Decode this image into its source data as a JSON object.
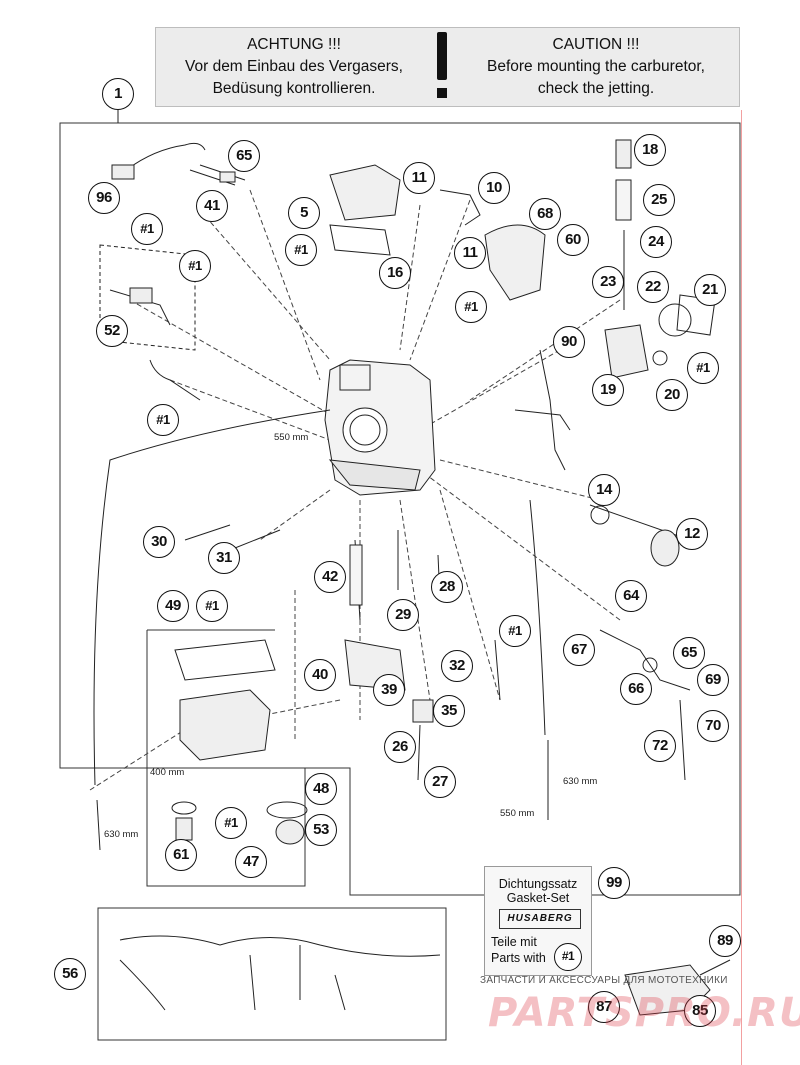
{
  "warning": {
    "german": {
      "title": "ACHTUNG !!!",
      "line1": "Vor dem Einbau des Vergasers,",
      "line2": "Bedüsung kontrollieren."
    },
    "english": {
      "title": "CAUTION !!!",
      "line1": "Before mounting the carburetor,",
      "line2": "check the jetting."
    }
  },
  "callouts": {
    "c1": "1",
    "c96": "96",
    "c41": "41",
    "c65": "65",
    "c5": "5",
    "c11a": "11",
    "c10": "10",
    "c18": "18",
    "c25": "25",
    "c24": "24",
    "c68": "68",
    "c11b": "11",
    "c60": "60",
    "c1a": "#1",
    "c1b": "#1",
    "c1c": "#1",
    "c16": "16",
    "c23": "23",
    "c22": "22",
    "c21": "21",
    "c52": "52",
    "c1d": "#1",
    "c90": "90",
    "c1e": "#1",
    "c19": "19",
    "c20": "20",
    "c1f": "#1",
    "c14": "14",
    "c12": "12",
    "c30": "30",
    "c31": "31",
    "c42": "42",
    "c28": "28",
    "c29": "29",
    "c49": "49",
    "c1g": "#1",
    "c1h": "#1",
    "c64": "64",
    "c67": "67",
    "c65b": "65",
    "c69": "69",
    "c66": "66",
    "c70": "70",
    "c40": "40",
    "c39": "39",
    "c32": "32",
    "c35": "35",
    "c72": "72",
    "c26": "26",
    "c27": "27",
    "c48": "48",
    "c1i": "#1",
    "c53": "53",
    "c61": "61",
    "c47": "47",
    "c99": "99",
    "c89": "89",
    "c56": "56",
    "c87": "87",
    "c85": "85"
  },
  "dimensions": {
    "d550a": "550 mm",
    "d400": "400 mm",
    "d630a": "630 mm",
    "d630b": "630 mm",
    "d550b": "550 mm"
  },
  "kit": {
    "line1": "Dichtungssatz",
    "line2": "Gasket-Set",
    "logo": "HUSABERG",
    "line3": "Teile mit",
    "line4": "Parts with",
    "ref": "#1"
  },
  "watermark": {
    "small": "ЗАПЧАСТИ И АКСЕССУАРЫ ДЛЯ МОТОТЕХНИКИ",
    "big": "PARTSPRO.RU"
  }
}
